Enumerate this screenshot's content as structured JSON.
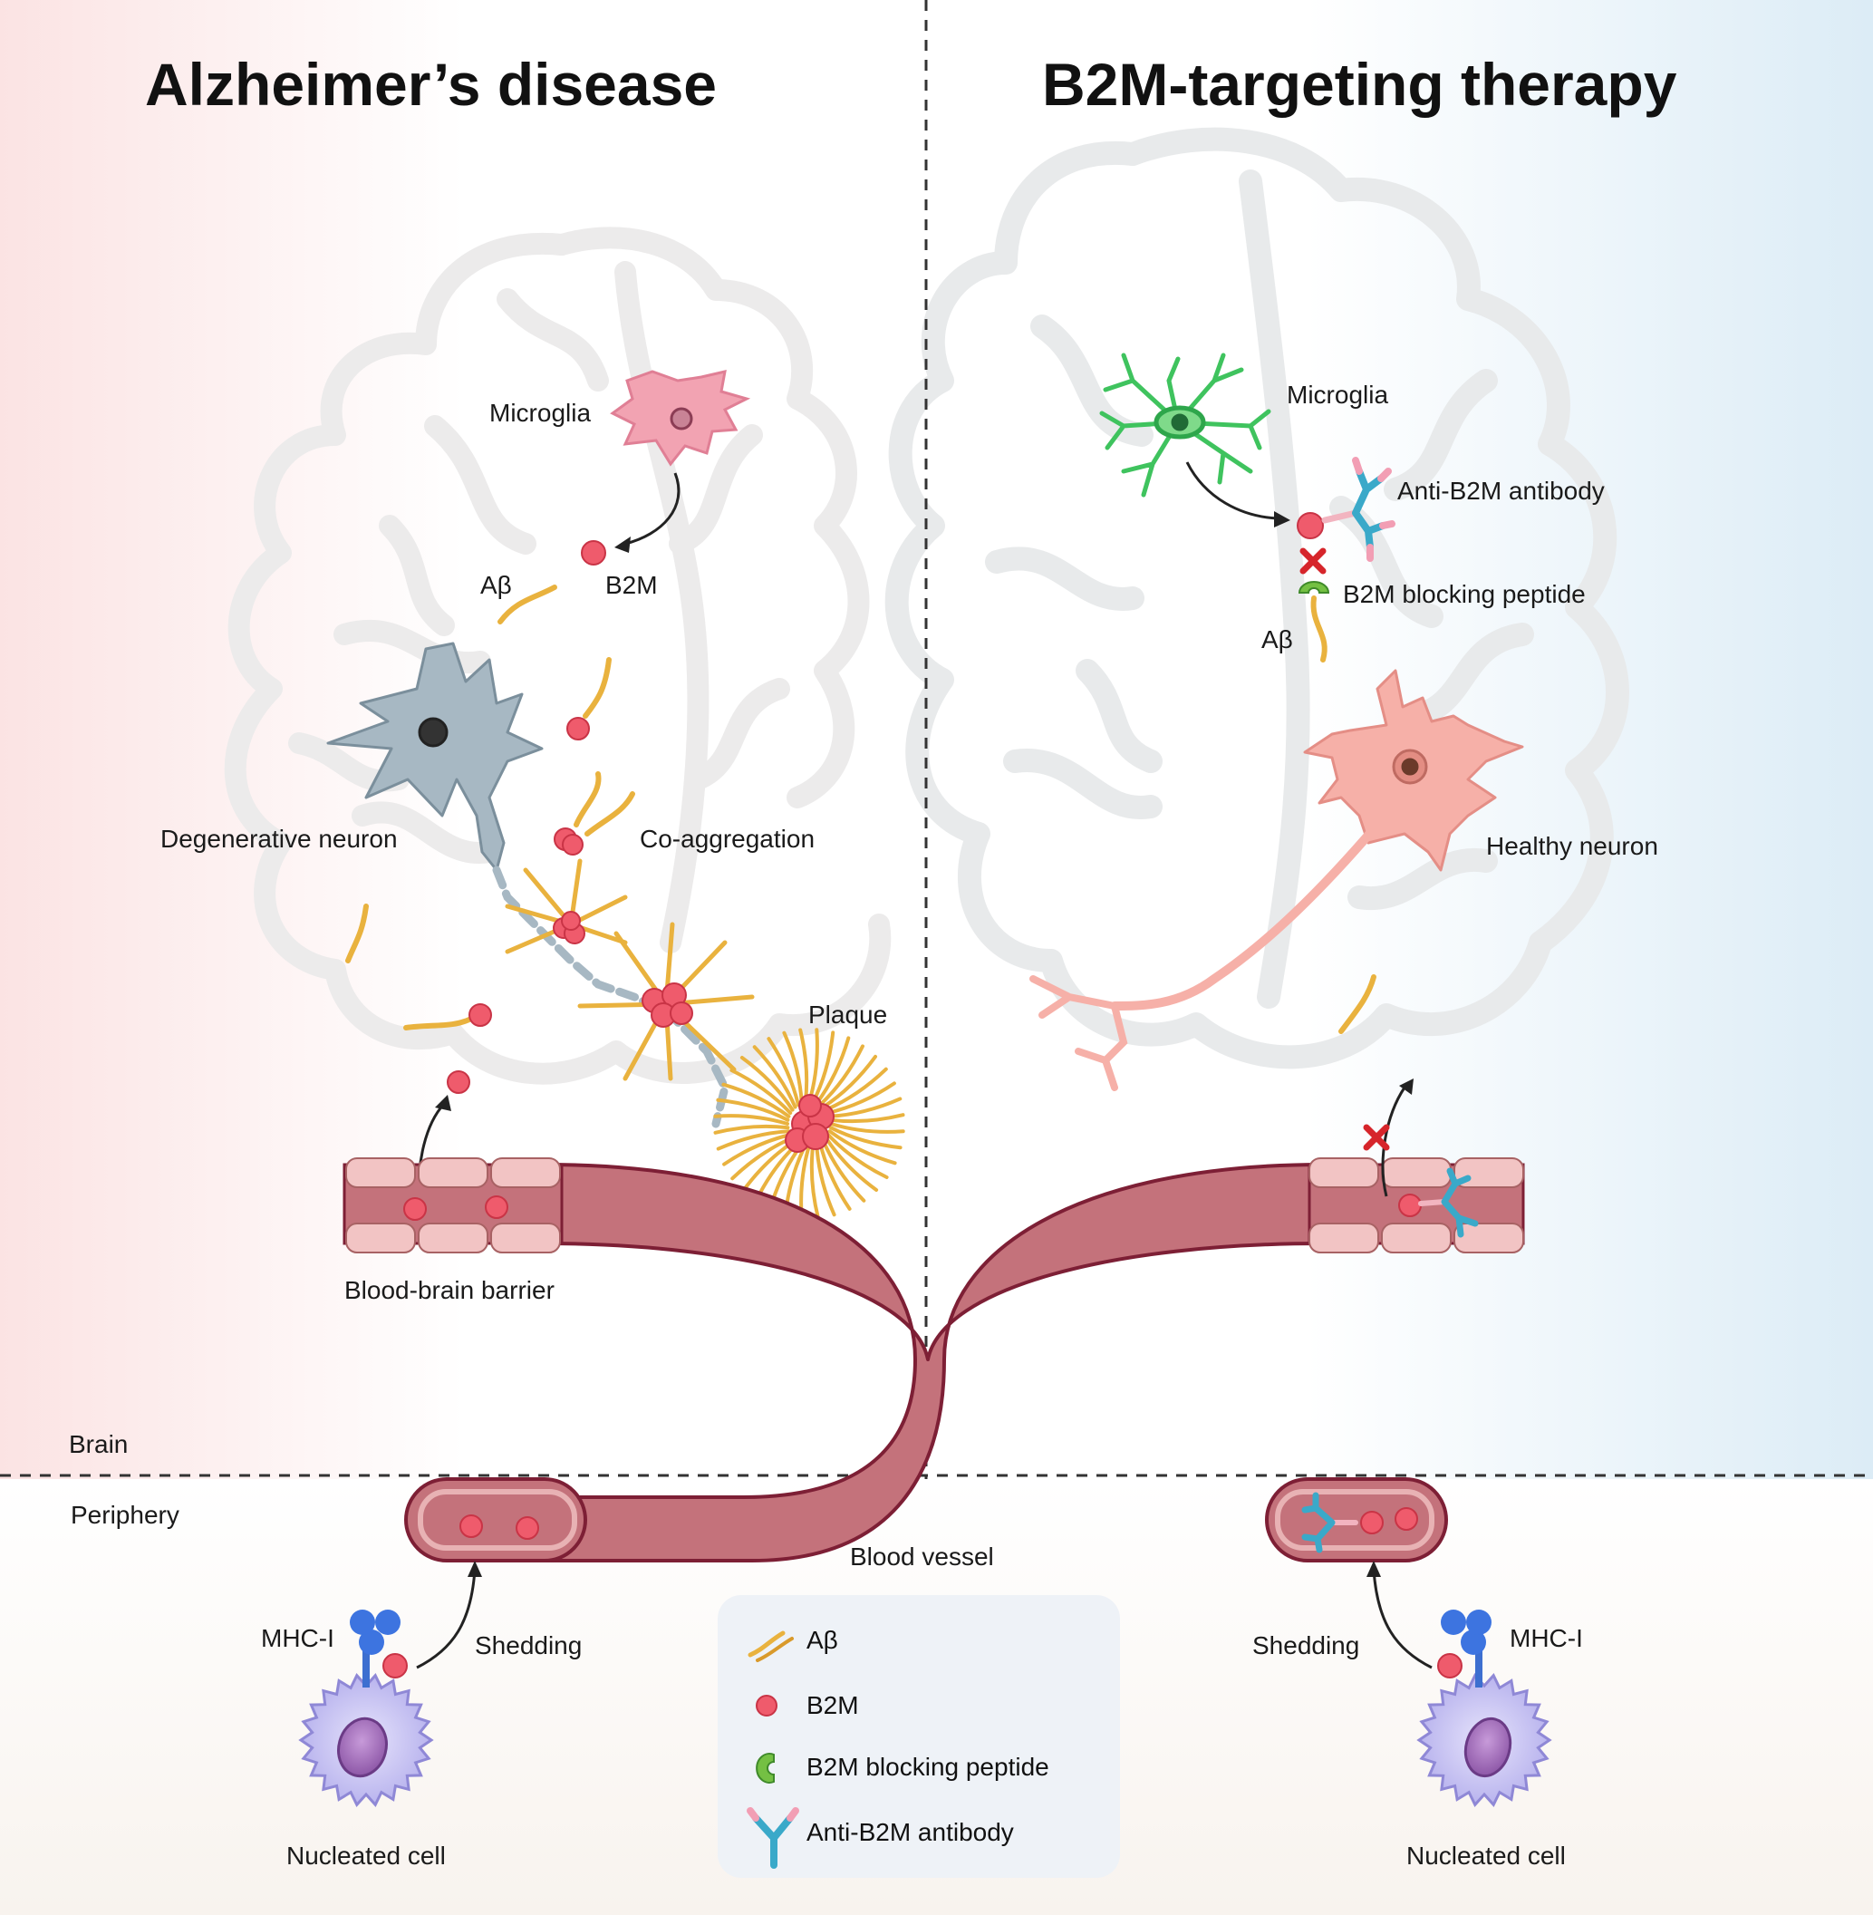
{
  "panels": {
    "left_title": "Alzheimer’s disease",
    "right_title": "B2M-targeting therapy"
  },
  "regions": {
    "brain": "Brain",
    "periphery": "Periphery"
  },
  "left": {
    "microglia": "Microglia",
    "b2m": "B2M",
    "abeta": "Aβ",
    "degenerative_neuron": "Degenerative neuron",
    "co_aggregation": "Co-aggregation",
    "plaque": "Plaque",
    "bbb": "Blood-brain barrier",
    "mhc": "MHC-I",
    "shedding": "Shedding",
    "nucleated_cell": "Nucleated cell"
  },
  "right": {
    "microglia": "Microglia",
    "antibody": "Anti-B2M antibody",
    "blocking_peptide": "B2M blocking peptide",
    "abeta": "Aβ",
    "healthy_neuron": "Healthy neuron",
    "mhc": "MHC-I",
    "shedding": "Shedding",
    "nucleated_cell": "Nucleated cell"
  },
  "blood_vessel": "Blood vessel",
  "legend": {
    "items": [
      {
        "icon": "abeta-fibril-icon",
        "label": "Aβ"
      },
      {
        "icon": "b2m-dot-icon",
        "label": "B2M"
      },
      {
        "icon": "blocking-peptide-icon",
        "label": "B2M blocking peptide"
      },
      {
        "icon": "antibody-icon",
        "label": "Anti-B2M antibody"
      }
    ]
  },
  "colors": {
    "b2m": "#ef5b6c",
    "abeta": "#e9b23e",
    "vessel": "#c4727b",
    "microglia_ad": "#f2a3b2",
    "microglia_therapy": "#3fc35e",
    "degenerative_neuron": "#a7b8c3",
    "healthy_neuron": "#f6b0a8",
    "antibody": "#3aa9c9",
    "blocked_x": "#d6252b"
  }
}
